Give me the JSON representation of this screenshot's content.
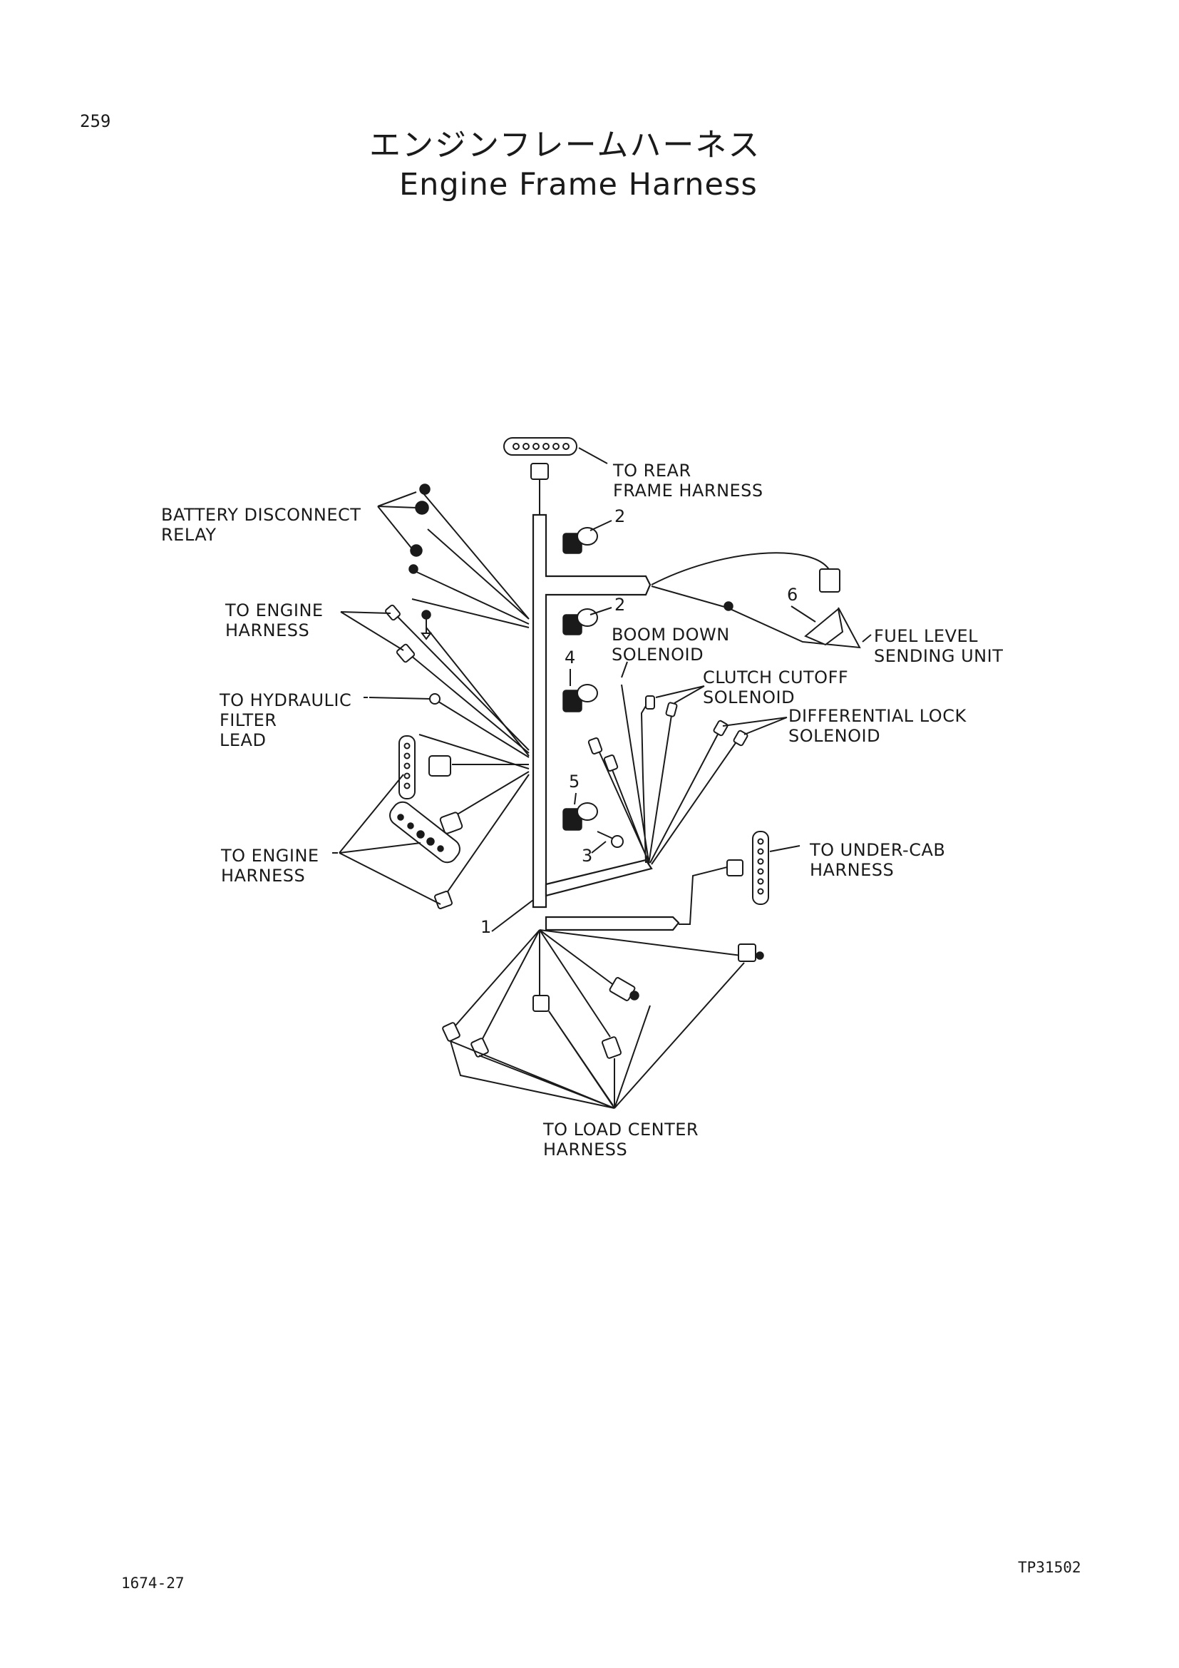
{
  "page_number": "259",
  "title_jp": "エンジンフレームハーネス",
  "title_en": "Engine Frame Harness",
  "labels": {
    "rear_frame": [
      "TO REAR",
      "FRAME HARNESS"
    ],
    "battery_relay": [
      "BATTERY DISCONNECT",
      "RELAY"
    ],
    "engine_harness_top": [
      "TO ENGINE",
      "HARNESS"
    ],
    "hydraulic_filter": [
      "TO HYDRAULIC",
      "FILTER",
      "LEAD"
    ],
    "engine_harness_bottom": [
      "TO ENGINE",
      "HARNESS"
    ],
    "boom_down": [
      "BOOM DOWN",
      "SOLENOID"
    ],
    "clutch_cutoff": [
      "CLUTCH CUTOFF",
      "SOLENOID"
    ],
    "differential_lock": [
      "DIFFERENTIAL LOCK",
      "SOLENOID"
    ],
    "fuel_level": [
      "FUEL LEVEL",
      "SENDING UNIT"
    ],
    "under_cab": [
      "TO UNDER-CAB",
      "HARNESS"
    ],
    "load_center": [
      "TO LOAD CENTER",
      "HARNESS"
    ]
  },
  "callouts": {
    "c1": "1",
    "c2a": "2",
    "c2b": "2",
    "c3": "3",
    "c4": "4",
    "c5": "5",
    "c6": "6"
  },
  "footer_left": "1674-27",
  "footer_right": "TP31502"
}
